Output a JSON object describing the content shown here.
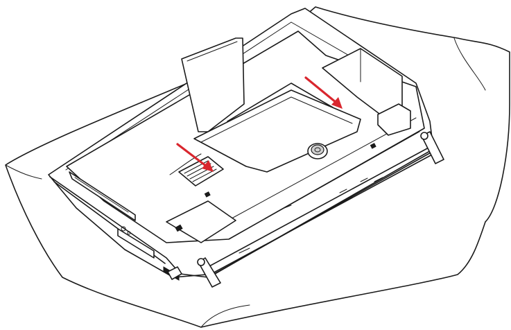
{
  "figure": {
    "subject": "computer-back-panel-stand-removal",
    "colors": {
      "line": "#1a1a1a",
      "background": "#ffffff",
      "arrow": "#d9262e"
    },
    "arrows": [
      {
        "name": "upper-arrow",
        "direction": "down-right"
      },
      {
        "name": "lower-arrow",
        "direction": "down-right"
      }
    ]
  }
}
